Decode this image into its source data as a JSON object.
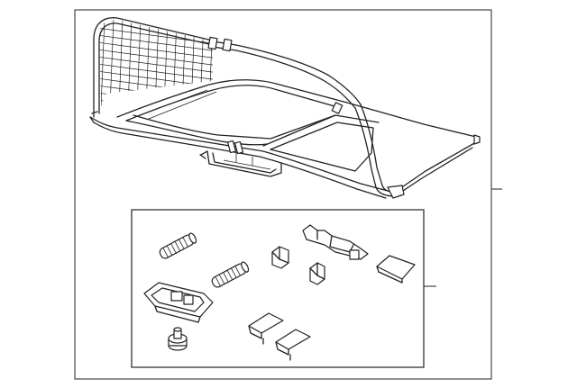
{
  "diagram": {
    "title": "",
    "callouts": [],
    "parts": [
      {
        "name": "wind-deflector-assembly"
      },
      {
        "name": "hardware-kit"
      }
    ],
    "hardware_items": [
      "spring-1",
      "spring-2",
      "mount-bracket",
      "pivot-bolt",
      "clip-1",
      "clip-2",
      "latch-slider",
      "cover-pad",
      "retainer-clip-1",
      "retainer-clip-2"
    ]
  }
}
